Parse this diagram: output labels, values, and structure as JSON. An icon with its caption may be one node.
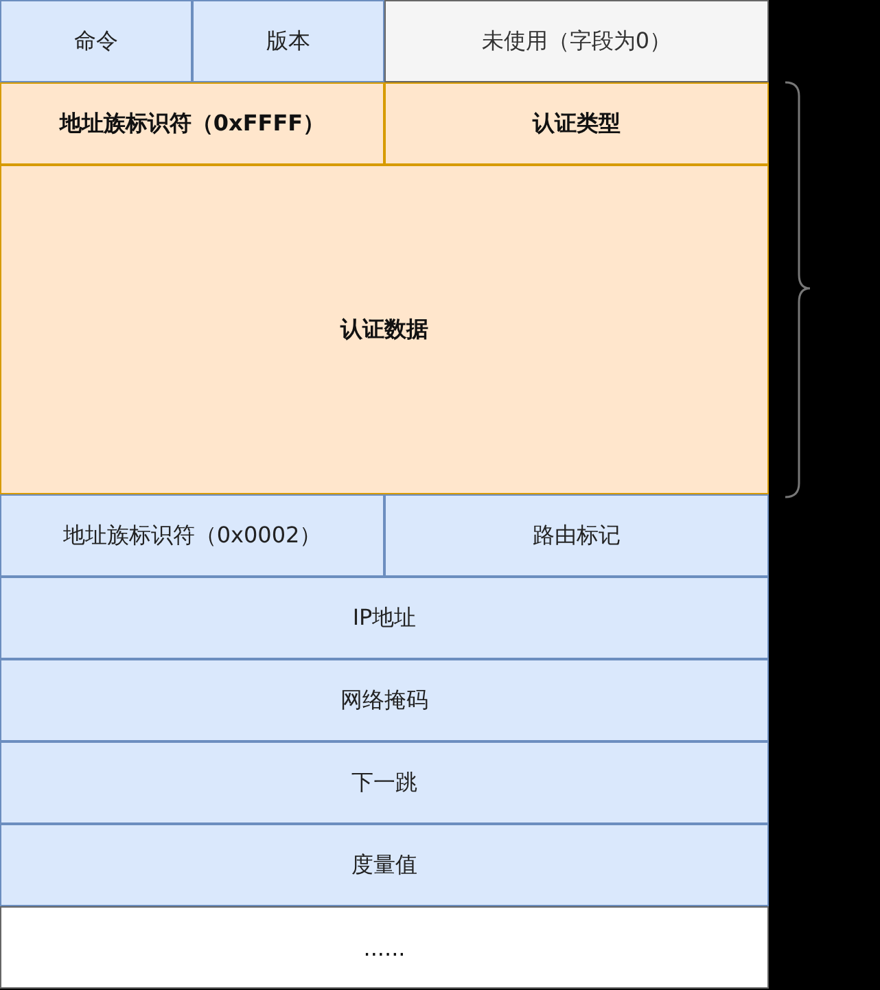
{
  "diagram": {
    "nodes": [
      {
        "text": [
          "命令"
        ]
      },
      {
        "text": [
          "版本"
        ]
      },
      {
        "text": [
          "未使用（字段为0）"
        ]
      },
      {
        "text": [
          "地址族标识符（0xFFFF）"
        ]
      },
      {
        "text": [
          "认证类型"
        ]
      },
      {
        "text": [
          "认证数据"
        ]
      },
      {
        "text": [
          "地址族标识符（0x0002）"
        ]
      },
      {
        "text": [
          "路由标记"
        ]
      },
      {
        "text": [
          "IP地址"
        ]
      },
      {
        "text": [
          "网络掩码"
        ]
      },
      {
        "text": [
          "下一跳"
        ]
      },
      {
        "text": [
          "度量值"
        ]
      },
      {
        "text": [
          "......"
        ]
      }
    ]
  }
}
